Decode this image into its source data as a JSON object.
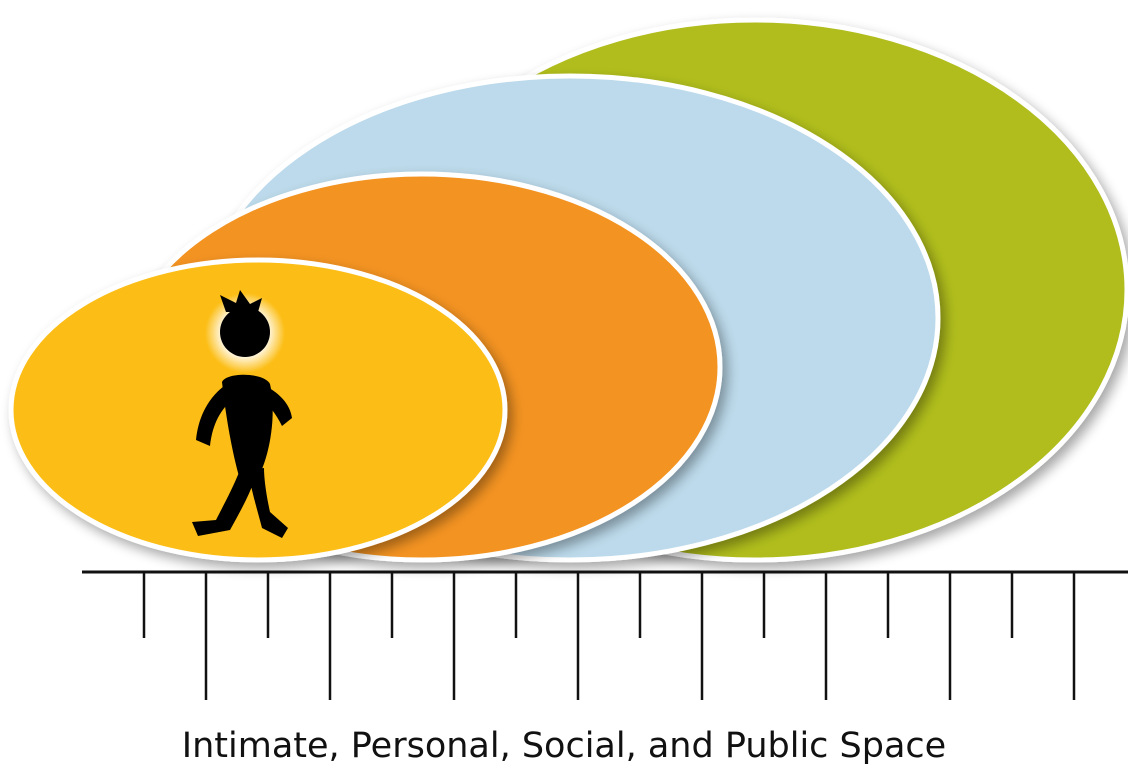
{
  "caption": "Intimate, Personal, Social, and Public Space",
  "zones": [
    {
      "id": "public",
      "color": "#b0bd1e"
    },
    {
      "id": "social",
      "color": "#bcdaeb"
    },
    {
      "id": "personal",
      "color": "#f39322"
    },
    {
      "id": "intimate",
      "color": "#fcbe13"
    }
  ],
  "colors": {
    "outline": "#ffffff",
    "figure": "#000000",
    "ruler": "#111111",
    "background": "#ffffff"
  },
  "figure": {
    "icon": "walking-person-icon"
  },
  "ruler": {
    "icon": "measuring-ruler",
    "tick_count": 17
  }
}
